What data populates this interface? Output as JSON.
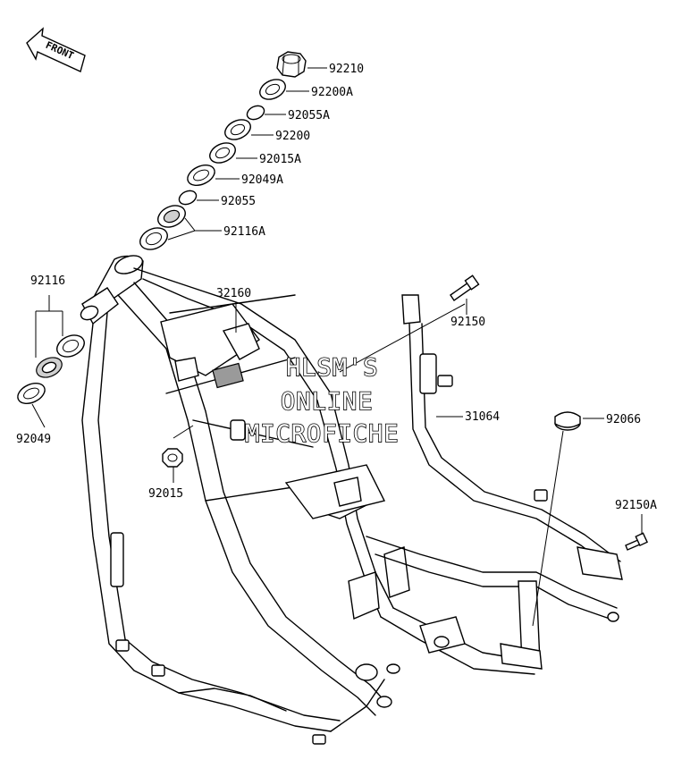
{
  "diagram": {
    "front_indicator": "FRONT",
    "part_numbers": {
      "p92210": "92210",
      "p92200A": "92200A",
      "p92055A": "92055A",
      "p92200": "92200",
      "p92015A": "92015A",
      "p92049A": "92049A",
      "p92055": "92055",
      "p92116A": "92116A",
      "p92116": "92116",
      "p92049": "92049",
      "p32160": "32160",
      "p92015": "92015",
      "p92150": "92150",
      "p31064": "31064",
      "p92066": "92066",
      "p92150A": "92150A"
    },
    "watermark": {
      "line1": "HLSM'S",
      "line2": "ONLINE",
      "line3": "MICROFICHE"
    }
  }
}
